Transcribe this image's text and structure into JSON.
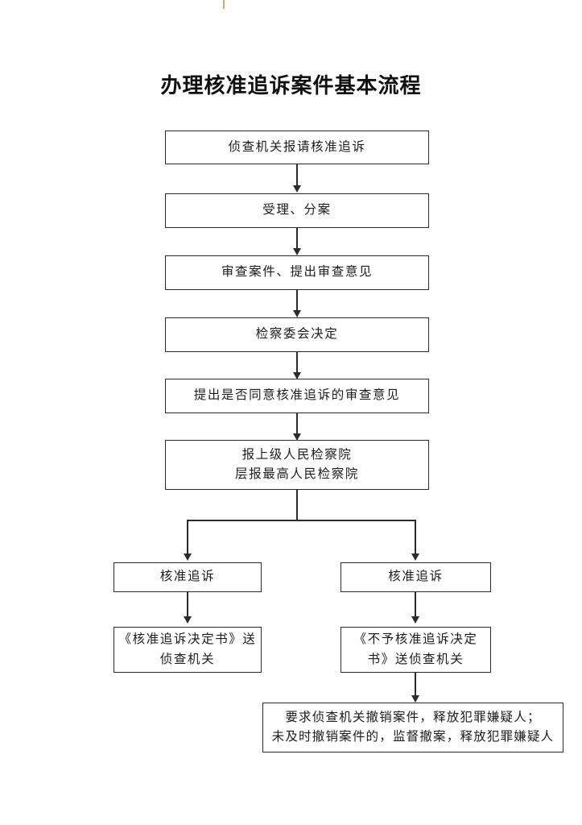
{
  "document": {
    "title": "办理核准追诉案件基本流程",
    "artifact": "scan-mark"
  },
  "flowchart": {
    "type": "flowchart",
    "orientation": "top-to-bottom",
    "nodes": [
      {
        "id": "n1",
        "label": "侦查机关报请核准追诉"
      },
      {
        "id": "n2",
        "label": "受理、分案"
      },
      {
        "id": "n3",
        "label": "审查案件、提出审查意见"
      },
      {
        "id": "n4",
        "label": "检察委会决定"
      },
      {
        "id": "n5",
        "label": "提出是否同意核准追诉的审查意见"
      },
      {
        "id": "n6",
        "line1": "报上级人民检察院",
        "line2": "层报最高人民检察院"
      },
      {
        "id": "n7",
        "label": "核准追诉"
      },
      {
        "id": "n8",
        "label": "核准追诉"
      },
      {
        "id": "n9",
        "line1": "《核准追诉决定书》送",
        "line2": "侦查机关"
      },
      {
        "id": "n10",
        "line1": "《不予核准追诉决定",
        "line2": "书》送侦查机关"
      },
      {
        "id": "n11",
        "line1": "要求侦查机关撤销案件，释放犯罪嫌疑人；",
        "line2": "未及时撤销案件的，监督撤案，释放犯罪嫌疑人"
      }
    ],
    "edges": [
      {
        "from": "n1",
        "to": "n2"
      },
      {
        "from": "n2",
        "to": "n3"
      },
      {
        "from": "n3",
        "to": "n4"
      },
      {
        "from": "n4",
        "to": "n5"
      },
      {
        "from": "n5",
        "to": "n6"
      },
      {
        "from": "n6",
        "to": "n7"
      },
      {
        "from": "n6",
        "to": "n8"
      },
      {
        "from": "n7",
        "to": "n9"
      },
      {
        "from": "n8",
        "to": "n10"
      },
      {
        "from": "n10",
        "to": "n11"
      }
    ],
    "colors": {
      "stroke": "#2b2b2b",
      "text": "#1c1c1c",
      "background": "#ffffff",
      "artifact": "#c79b4e"
    }
  }
}
